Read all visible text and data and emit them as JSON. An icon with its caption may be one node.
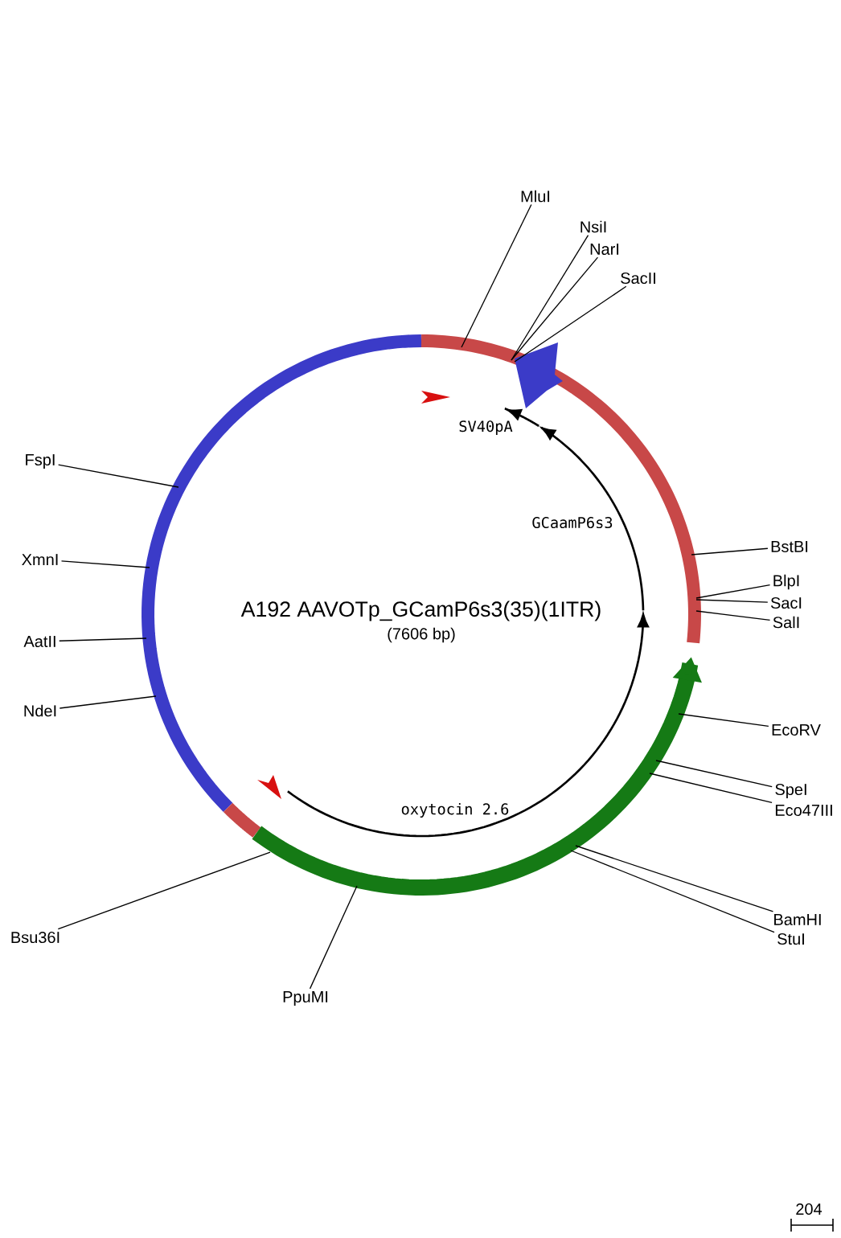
{
  "diagram": {
    "title": "A192 AAVOTp_GCamP6s3(35)(1ITR)",
    "nodes": [
      {
        "text": [
          "MluI"
        ]
      },
      {
        "text": [
          "NsiI"
        ]
      },
      {
        "text": [
          "NarI"
        ]
      },
      {
        "text": [
          "SacII"
        ]
      },
      {
        "text": [
          "BstBI"
        ]
      },
      {
        "text": [
          "BlpI"
        ]
      },
      {
        "text": [
          "SacI"
        ]
      },
      {
        "text": [
          "SalI"
        ]
      },
      {
        "text": [
          "EcoRV"
        ]
      },
      {
        "text": [
          "SpeI"
        ]
      },
      {
        "text": [
          "Eco47III"
        ]
      },
      {
        "text": [
          "BamHI"
        ]
      },
      {
        "text": [
          "StuI"
        ]
      },
      {
        "text": [
          "PpuMI"
        ]
      },
      {
        "text": [
          "Bsu36I"
        ]
      },
      {
        "text": [
          "NdeI"
        ]
      },
      {
        "text": [
          "AatII"
        ]
      },
      {
        "text": [
          "XmnI"
        ]
      },
      {
        "text": [
          "FspI"
        ]
      }
    ],
    "edges": [
      {
        "from": 0,
        "to": null,
        "arrow": "none"
      },
      {
        "from": 1,
        "to": null,
        "arrow": "none"
      },
      {
        "from": 2,
        "to": null,
        "arrow": "none"
      },
      {
        "from": 3,
        "to": null,
        "arrow": "none"
      },
      {
        "from": 4,
        "to": null,
        "arrow": "none"
      },
      {
        "from": 5,
        "to": null,
        "arrow": "none"
      },
      {
        "from": 6,
        "to": null,
        "arrow": "none"
      },
      {
        "from": 7,
        "to": null,
        "arrow": "none"
      },
      {
        "from": 8,
        "to": null,
        "arrow": "none"
      },
      {
        "from": 9,
        "to": null,
        "arrow": "none"
      },
      {
        "from": 10,
        "to": null,
        "arrow": "none"
      },
      {
        "from": 11,
        "to": null,
        "arrow": "none"
      },
      {
        "from": 12,
        "to": null,
        "arrow": "none"
      },
      {
        "from": 13,
        "to": null,
        "arrow": "none"
      },
      {
        "from": 14,
        "to": null,
        "arrow": "none"
      },
      {
        "from": 15,
        "to": null,
        "arrow": "none"
      },
      {
        "from": 16,
        "to": null,
        "arrow": "none"
      },
      {
        "from": 17,
        "to": null,
        "arrow": "none"
      },
      {
        "from": 18,
        "to": null,
        "arrow": "none"
      }
    ],
    "labels": [
      "SV40pA",
      "GCaamP6s3",
      "(7606 bp)",
      "oxytocin 2.6",
      "204"
    ]
  }
}
